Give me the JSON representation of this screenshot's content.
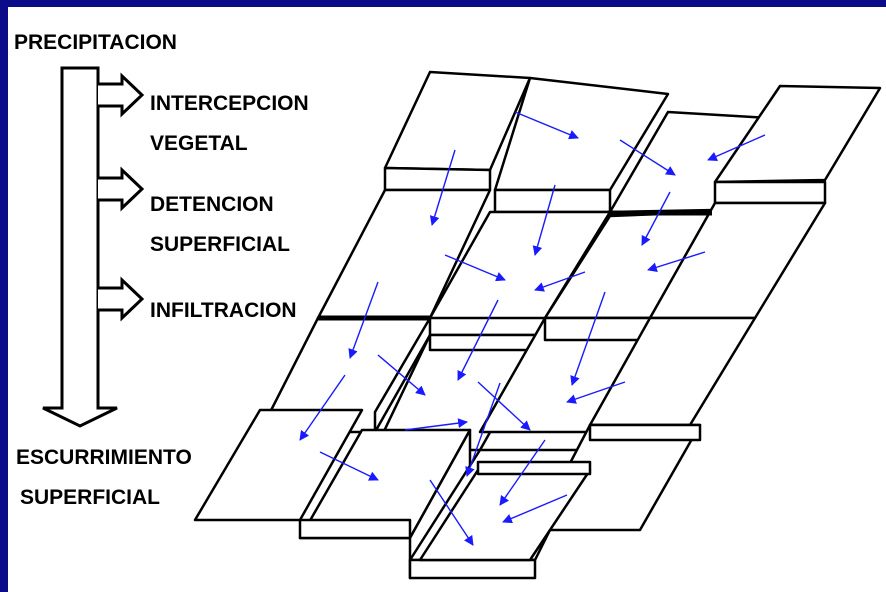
{
  "labels": {
    "precipitacion": "PRECIPITACION",
    "intercepcion_line1": "INTERCEPCION",
    "intercepcion_line2": "VEGETAL",
    "detencion_line1": "DETENCION",
    "detencion_line2": "SUPERFICIAL",
    "infiltracion": "INFILTRACION",
    "escurrimiento_line1": "ESCURRIMIENTO",
    "escurrimiento_line2": "SUPERFICIAL"
  },
  "colors": {
    "slide_background": "#0c0c8a",
    "panel_background": "#ffffff",
    "diagram_lines": "#000000",
    "flow_arrows": "#1a1aff"
  },
  "icons": {
    "main_flow_arrow": "hollow-down-arrow",
    "branch_arrows": "hollow-right-arrow",
    "flow_vectors": "blue-flow-arrow"
  }
}
